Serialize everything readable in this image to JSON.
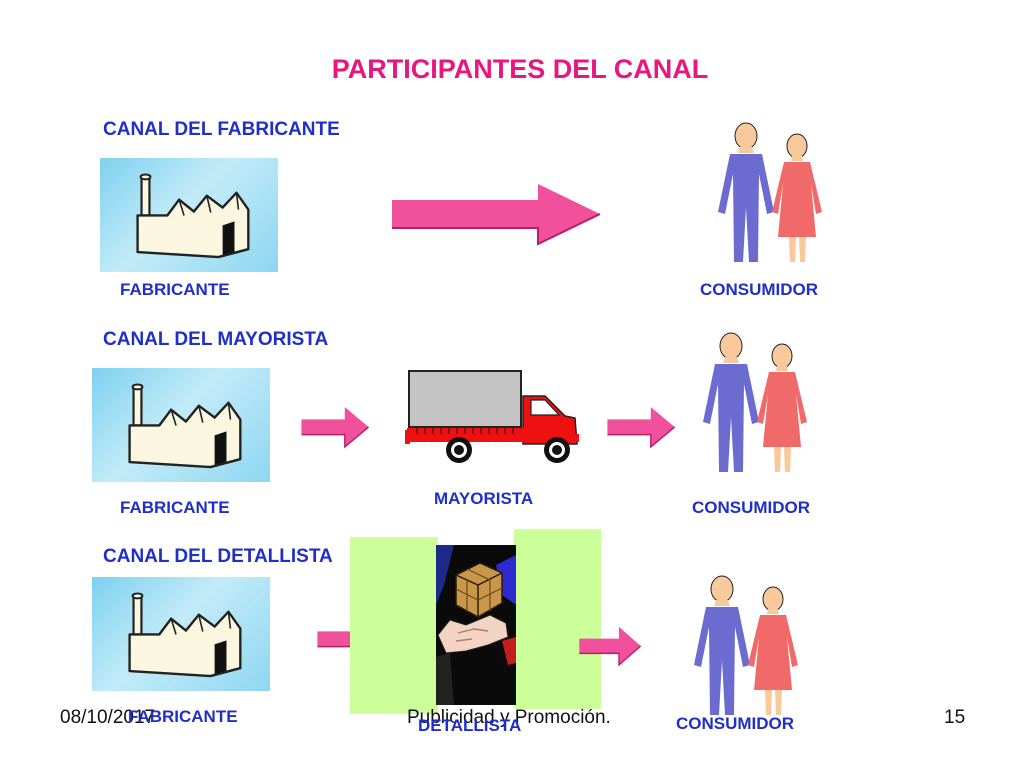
{
  "title": "PARTICIPANTES DEL CANAL",
  "sections": {
    "fabricante": {
      "heading": "CANAL DEL FABRICANTE",
      "source_label": "FABRICANTE",
      "consumer_label": "CONSUMIDOR"
    },
    "mayorista": {
      "heading": "CANAL DEL MAYORISTA",
      "source_label": "FABRICANTE",
      "intermediary_label": "MAYORISTA",
      "consumer_label": "CONSUMIDOR"
    },
    "detallista": {
      "heading": "CANAL DEL DETALLISTA",
      "source_label": "FABRICANTE",
      "intermediary_label": "DETALLISTA",
      "consumer_label": "CONSUMIDOR"
    }
  },
  "footer": {
    "date": "08/10/2017",
    "center_text": "Publicidad y Promoción.",
    "page_number": "15"
  },
  "icons": {
    "factory": "factory-icon",
    "consumers": "couple-icon",
    "arrow": "arrow-right-icon",
    "truck": "truck-icon",
    "retail": "hand-with-package-icon"
  },
  "colors": {
    "title": "#e8177f",
    "labels": "#1f2fc8",
    "arrow": "#f0509c",
    "man": "#6b6bd0",
    "woman": "#f06a6a",
    "truck_cab": "#ee1111",
    "panel": "#ccff99"
  }
}
